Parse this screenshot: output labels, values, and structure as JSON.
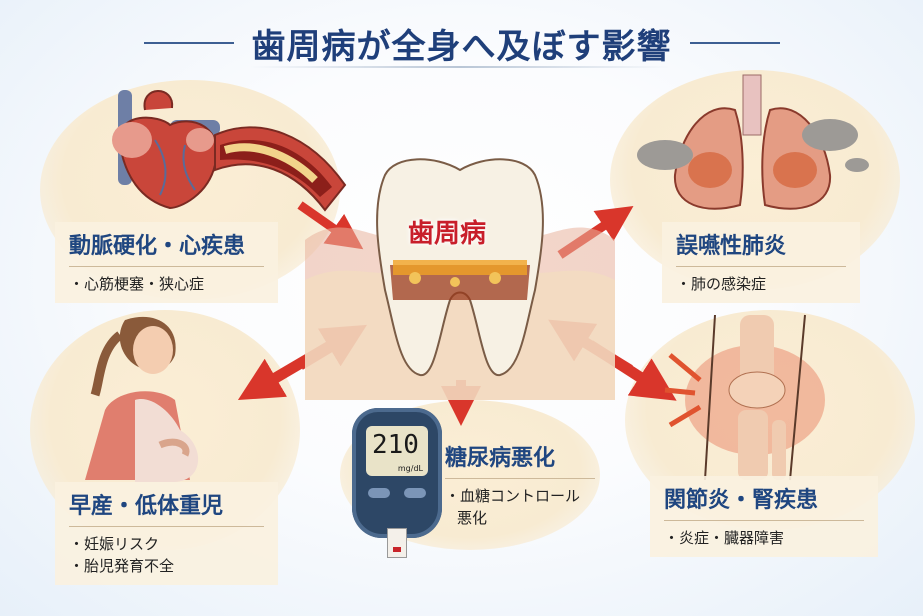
{
  "title": "歯周病が全身へ及ぼす影響",
  "center": {
    "label": "歯周病",
    "icon": "tooth-with-gum-disease"
  },
  "panels": {
    "heart": {
      "title": "動脈硬化・心疾患",
      "items": [
        "・心筋梗塞・狭心症"
      ],
      "icon": "heart-and-artery"
    },
    "lung": {
      "title": "誤嚥性肺炎",
      "items": [
        "・肺の感染症"
      ],
      "icon": "lungs"
    },
    "pregnancy": {
      "title": "早産・低体重児",
      "items": [
        "・妊娠リスク",
        "・胎児発育不全"
      ],
      "icon": "pregnant-woman"
    },
    "diabetes": {
      "title": "糖尿病悪化",
      "items": [
        "・血糖コントロール",
        "悪化"
      ],
      "icon": "glucose-meter",
      "meter_value": "210",
      "meter_unit": "mg/dL"
    },
    "joint": {
      "title": "関節炎・腎疾患",
      "items": [
        "・炎症・臓器障害"
      ],
      "icon": "knee-joint"
    }
  },
  "colors": {
    "title": "#1f3f7a",
    "label": "#1f4680",
    "arrow": "#d9362b",
    "center_label": "#c81e2a",
    "panel_bg": "#f8ebd2"
  }
}
